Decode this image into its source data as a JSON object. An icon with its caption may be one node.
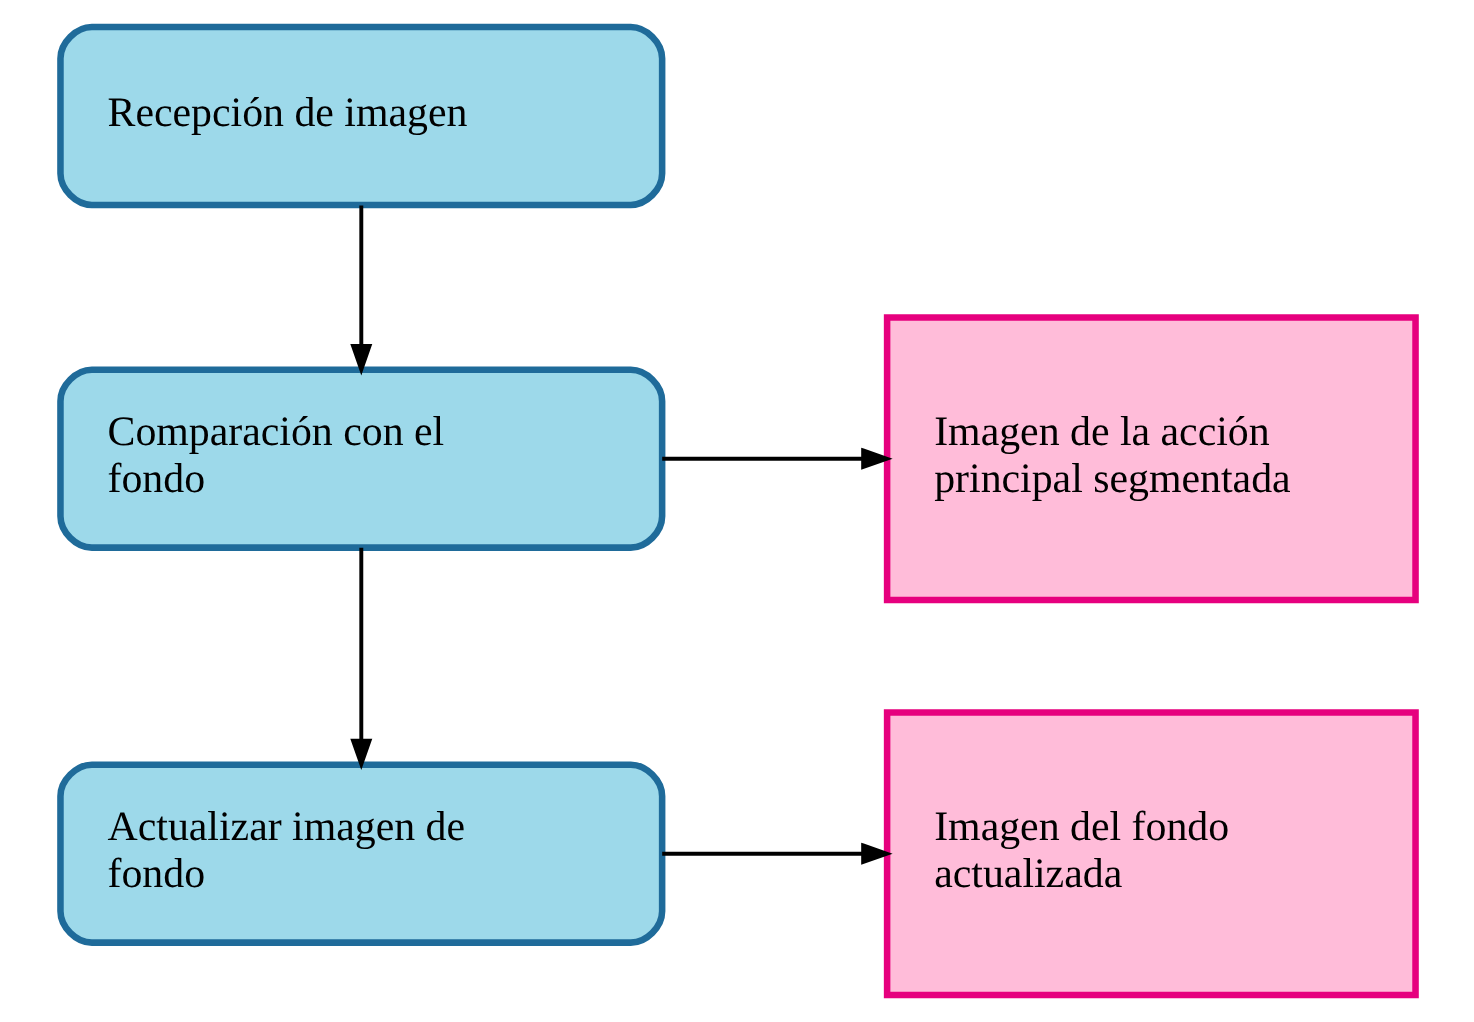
{
  "diagram": {
    "nodes": [
      {
        "text": [
          "Recepción de imagen"
        ]
      },
      {
        "text": [
          "Comparación con el fondo"
        ]
      },
      {
        "text": [
          "Actualizar imagen de fondo"
        ]
      },
      {
        "text": [
          "Imagen de la acción principal segmentada"
        ]
      },
      {
        "text": [
          "Imagen del fondo actualizada"
        ]
      }
    ],
    "edges": [
      {
        "from": 0,
        "to": 1,
        "arrow": "to"
      },
      {
        "from": 1,
        "to": 3,
        "arrow": "to"
      },
      {
        "from": 1,
        "to": 2,
        "arrow": "to"
      },
      {
        "from": 2,
        "to": 4,
        "arrow": "to"
      }
    ]
  }
}
